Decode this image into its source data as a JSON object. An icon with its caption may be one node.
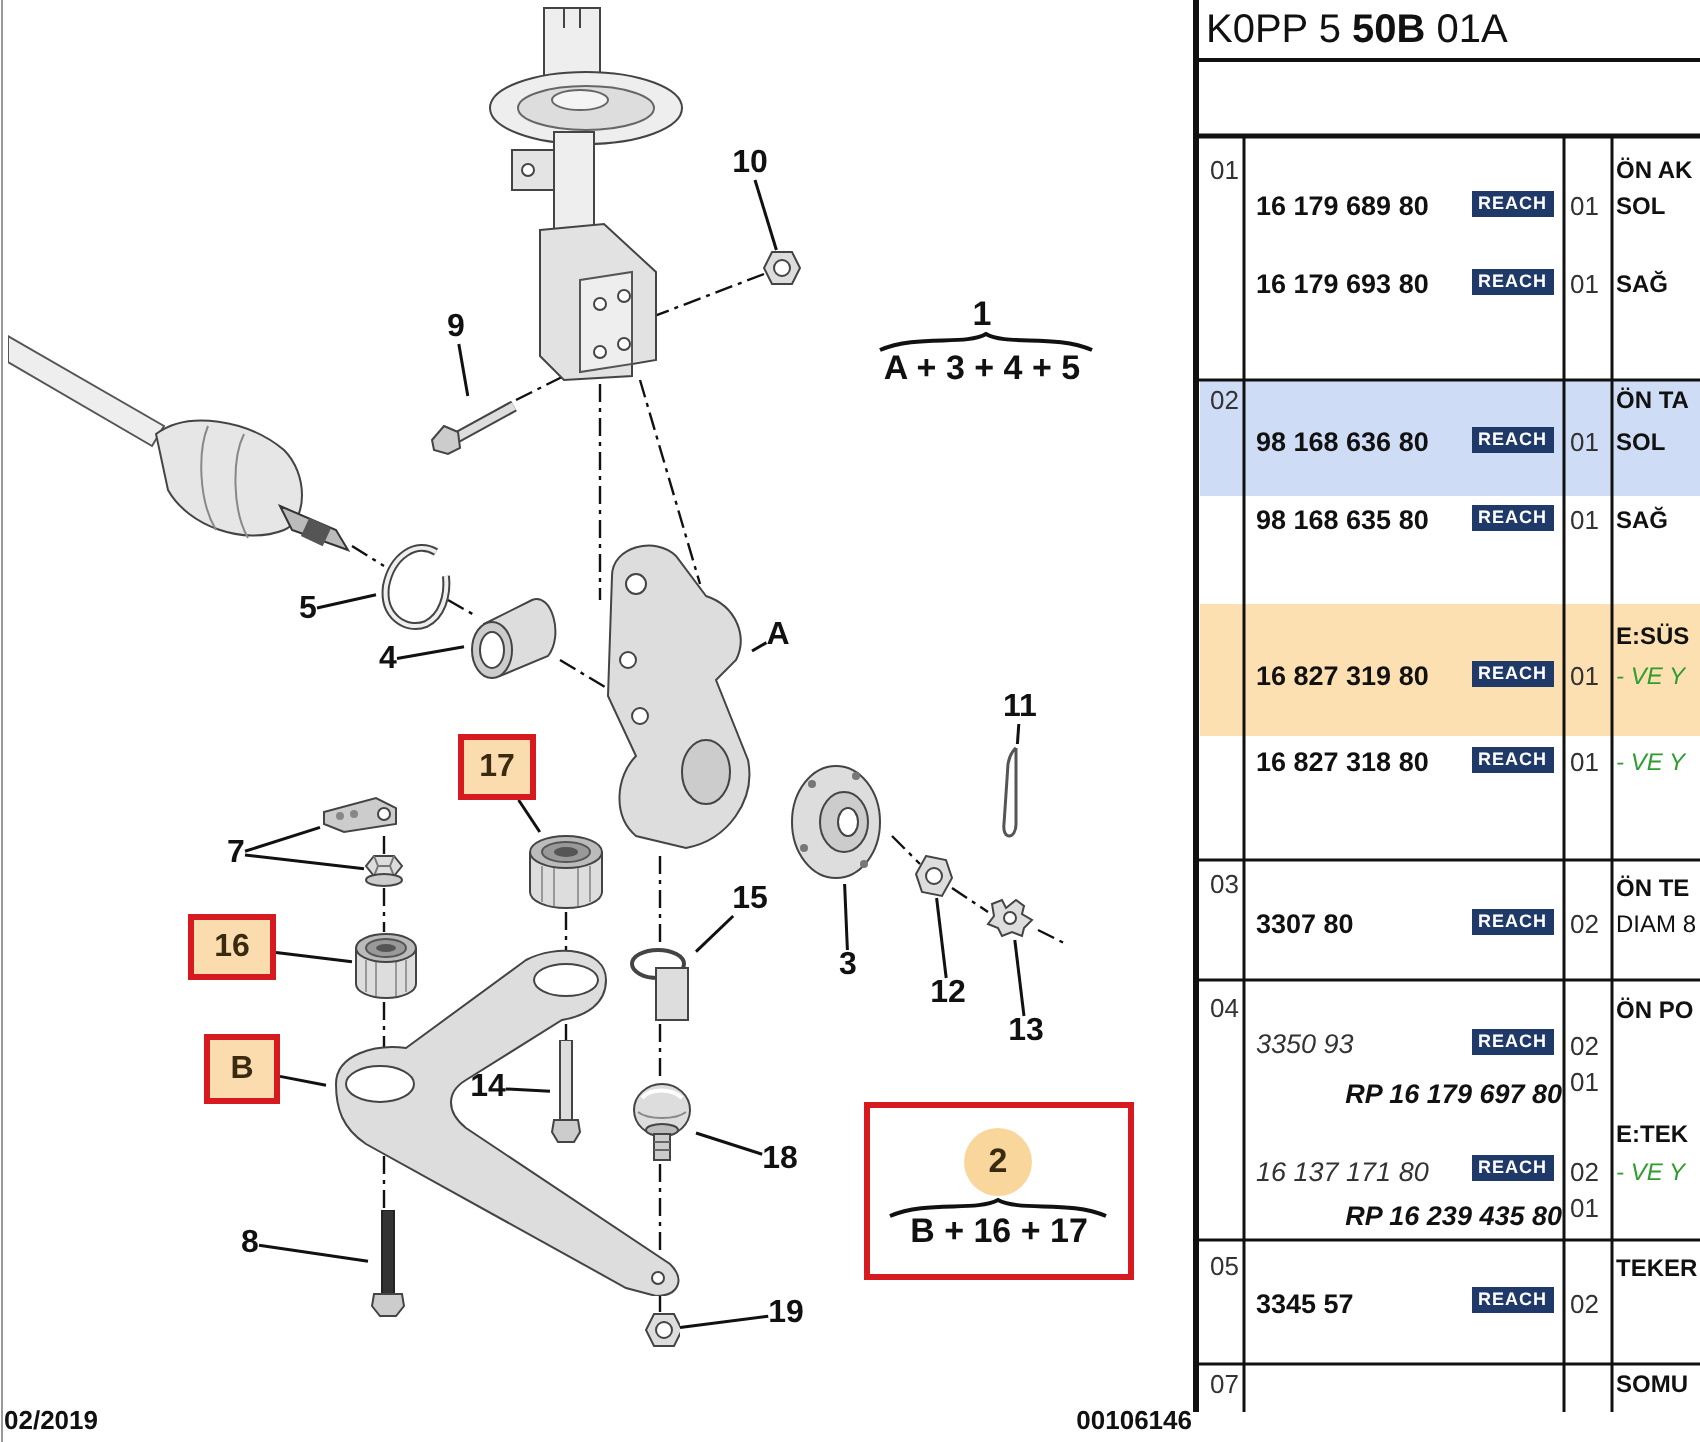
{
  "diagram": {
    "nodes": [
      {
        "text": [
          "10"
        ]
      },
      {
        "text": [],
        "shape": "picture"
      },
      {
        "text": [
          "9"
        ]
      },
      {
        "text": [],
        "shape": "picture"
      },
      {
        "text": [
          "5"
        ]
      },
      {
        "text": [],
        "shape": "picture"
      },
      {
        "text": [
          "A"
        ]
      },
      {
        "text": [],
        "shape": "picture"
      },
      {
        "text": [
          "4"
        ]
      },
      {
        "text": [],
        "shape": "picture"
      },
      {
        "text": [
          "11"
        ]
      },
      {
        "text": [],
        "shape": "picture"
      },
      {
        "text": [
          "17"
        ]
      },
      {
        "text": [],
        "shape": "picture"
      },
      {
        "text": [
          "7"
        ]
      },
      {
        "text": [],
        "shape": "picture"
      },
      {
        "text": [],
        "shape": "picture"
      },
      {
        "text": [
          "3"
        ]
      },
      {
        "text": [],
        "shape": "picture"
      },
      {
        "text": [
          "15"
        ]
      },
      {
        "text": [],
        "shape": "picture"
      },
      {
        "text": [
          "16"
        ]
      },
      {
        "text": [],
        "shape": "picture"
      },
      {
        "text": [
          "12"
        ]
      },
      {
        "text": [],
        "shape": "picture"
      },
      {
        "text": [
          "13"
        ]
      },
      {
        "text": [],
        "shape": "picture"
      },
      {
        "text": [
          "B"
        ]
      },
      {
        "text": [],
        "shape": "picture"
      },
      {
        "text": [
          "14"
        ]
      },
      {
        "text": [],
        "shape": "picture"
      },
      {
        "text": [
          "18"
        ]
      },
      {
        "text": [],
        "shape": "picture"
      },
      {
        "text": [
          "8"
        ]
      },
      {
        "text": [],
        "shape": "picture"
      },
      {
        "text": [
          "19"
        ]
      },
      {
        "text": [],
        "shape": "picture"
      },
      {
        "text": [
          "2",
          "B + 16 + 17"
        ]
      },
      {
        "text": [],
        "shape": "picture"
      },
      {
        "text": [],
        "shape": "picture"
      }
    ],
    "edges": [
      {
        "from": 0,
        "to": 1,
        "arrow": "none"
      },
      {
        "from": 2,
        "to": 3,
        "arrow": "none"
      },
      {
        "from": 4,
        "to": 5,
        "arrow": "none"
      },
      {
        "from": 6,
        "to": 7,
        "arrow": "none"
      },
      {
        "from": 8,
        "to": 9,
        "arrow": "none"
      },
      {
        "from": 10,
        "to": 11,
        "arrow": "none"
      },
      {
        "from": 12,
        "to": 13,
        "arrow": "none"
      },
      {
        "from": 14,
        "to": 15,
        "arrow": "none"
      },
      {
        "from": 14,
        "to": 16,
        "arrow": "none"
      },
      {
        "from": 17,
        "to": 18,
        "arrow": "none"
      },
      {
        "from": 19,
        "to": 20,
        "arrow": "none"
      },
      {
        "from": 21,
        "to": 22,
        "arrow": "none"
      },
      {
        "from": 23,
        "to": 24,
        "arrow": "none"
      },
      {
        "from": 25,
        "to": 26,
        "arrow": "none"
      },
      {
        "from": 27,
        "to": 28,
        "arrow": "none"
      },
      {
        "from": 29,
        "to": 30,
        "arrow": "none"
      },
      {
        "from": 31,
        "to": 32,
        "arrow": "none"
      },
      {
        "from": 33,
        "to": 34,
        "arrow": "none"
      },
      {
        "from": 35,
        "to": 36,
        "arrow": "none"
      },
      {
        "from": 15,
        "to": 16,
        "arrow": "none",
        "style": "dashed"
      },
      {
        "from": 16,
        "to": 22,
        "arrow": "none",
        "style": "dashed"
      },
      {
        "from": 22,
        "to": 28,
        "arrow": "none",
        "style": "dashed"
      },
      {
        "from": 13,
        "to": 28,
        "arrow": "none",
        "style": "dashed"
      },
      {
        "from": 7,
        "to": 20,
        "arrow": "none",
        "style": "dashed"
      },
      {
        "from": 20,
        "to": 32,
        "arrow": "none",
        "style": "dashed"
      },
      {
        "from": 32,
        "to": 28,
        "arrow": "none",
        "style": "dashed"
      },
      {
        "from": 18,
        "to": 24,
        "arrow": "none",
        "style": "dashed"
      },
      {
        "from": 24,
        "to": 26,
        "arrow": "none",
        "style": "dashed"
      },
      {
        "from": 26,
        "to": null,
        "arrow": "none",
        "style": "dashed"
      },
      {
        "from": 3,
        "to": 38,
        "arrow": "none",
        "style": "dashed"
      },
      {
        "from": 1,
        "to": 38,
        "arrow": "none",
        "style": "dashed"
      },
      {
        "from": 38,
        "to": 7,
        "arrow": "none",
        "style": "dashed"
      },
      {
        "from": 38,
        "to": 7,
        "arrow": "none",
        "style": "dashed"
      },
      {
        "from": 39,
        "to": 5,
        "arrow": "none",
        "style": "dashed"
      },
      {
        "from": 5,
        "to": 9,
        "arrow": "none",
        "style": "dashed"
      },
      {
        "from": 9,
        "to": 7,
        "arrow": "none",
        "style": "dashed"
      },
      {
        "from": 28,
        "to": 34,
        "arrow": "none",
        "style": "dashed"
      },
      {
        "from": 28,
        "to": 30,
        "arrow": "none",
        "style": "dashed"
      },
      {
        "from": 28,
        "to": 36,
        "arrow": "none",
        "style": "dashed"
      }
    ],
    "labels": [
      "1",
      "A + 3 + 4 + 5",
      "02/2019",
      "00106146",
      "K0PP 5 **50B** 01A",
      "01",
      "ÖN AK",
      "16 179 689 80",
      "REACH",
      "01",
      "SOL",
      "16 179 693 80",
      "REACH",
      "01",
      "SAĞ",
      "02",
      "ÖN TA",
      "98 168 636 80",
      "REACH",
      "01",
      "SOL",
      "98 168 635 80",
      "REACH",
      "01",
      "SAĞ",
      "E:SÜS",
      "16 827 319 80",
      "REACH",
      "01",
      "- VE Y",
      "16 827 318 80",
      "REACH",
      "01",
      "- VE Y",
      "03",
      "ÖN TE",
      "3307 80",
      "REACH",
      "02",
      "DIAM 8",
      "04",
      "ÖN PO",
      "3350 93",
      "REACH",
      "02",
      "RP 16 179 697 80",
      "01",
      "E:TEK",
      "16 137 171 80",
      "REACH",
      "02",
      "- VE Y",
      "RP 16 239 435 80",
      "01",
      "05",
      "TEKER",
      "3345 57",
      "REACH",
      "02",
      "07",
      "SOMU"
    ]
  }
}
